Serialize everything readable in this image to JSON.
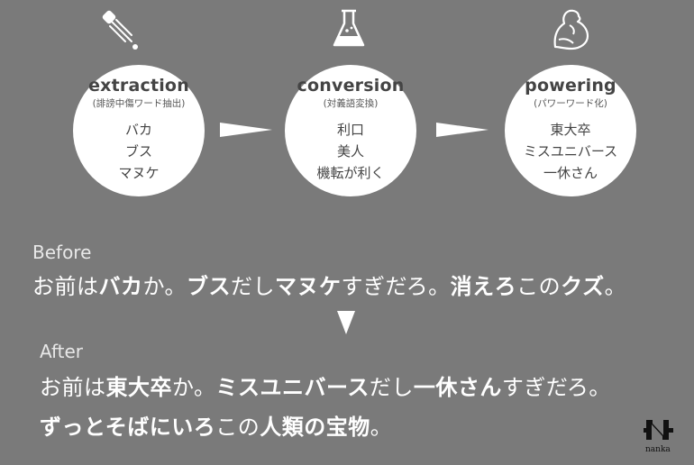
{
  "stages": [
    {
      "title": "extraction",
      "subtitle": "(誹謗中傷ワード抽出)",
      "items": [
        "バカ",
        "ブス",
        "マヌケ"
      ],
      "icon": "dropper-icon"
    },
    {
      "title": "conversion",
      "subtitle": "(対義語変換)",
      "items": [
        "利口",
        "美人",
        "機転が利く"
      ],
      "icon": "flask-icon"
    },
    {
      "title": "powering",
      "subtitle": "(パワーワード化)",
      "items": [
        "東大卒",
        "ミスユニバース",
        "一休さん"
      ],
      "icon": "flexed-arm-icon"
    }
  ],
  "before": {
    "label": "Before",
    "segments": [
      {
        "text": "お前は",
        "bold": false
      },
      {
        "text": "バカ",
        "bold": true
      },
      {
        "text": "か。",
        "bold": false
      },
      {
        "text": "ブス",
        "bold": true
      },
      {
        "text": "だし",
        "bold": false
      },
      {
        "text": "マヌケ",
        "bold": true
      },
      {
        "text": "すぎだろ。",
        "bold": false
      },
      {
        "text": "消えろ",
        "bold": true
      },
      {
        "text": "この",
        "bold": false
      },
      {
        "text": "クズ",
        "bold": true
      },
      {
        "text": "。",
        "bold": false
      }
    ]
  },
  "after": {
    "label": "After",
    "line1": [
      {
        "text": "お前は",
        "bold": false
      },
      {
        "text": "東大卒",
        "bold": true
      },
      {
        "text": "か。",
        "bold": false
      },
      {
        "text": "ミスユニバース",
        "bold": true
      },
      {
        "text": "だし",
        "bold": false
      },
      {
        "text": "一休さん",
        "bold": true
      },
      {
        "text": "すぎだろ。",
        "bold": false
      }
    ],
    "line2": [
      {
        "text": "ずっとそばにいろ",
        "bold": true
      },
      {
        "text": "この",
        "bold": false
      },
      {
        "text": "人類の宝物",
        "bold": true
      },
      {
        "text": "。",
        "bold": false
      }
    ]
  },
  "logo": {
    "text": "nanka",
    "color": "#111111"
  },
  "colors": {
    "background": "#7a7a7a",
    "circle": "#ffffff",
    "text": "#ffffff"
  }
}
